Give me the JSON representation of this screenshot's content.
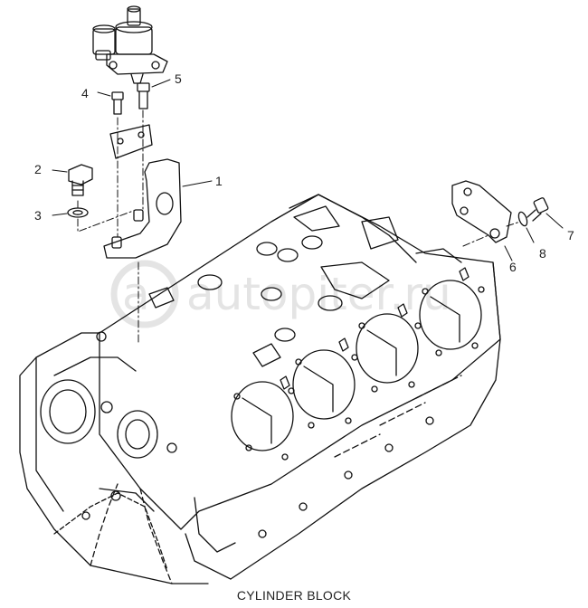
{
  "caption": "CYLINDER BLOCK",
  "watermark": "autopiter.ru",
  "callouts": [
    "1",
    "2",
    "3",
    "4",
    "5",
    "6",
    "7",
    "8"
  ]
}
